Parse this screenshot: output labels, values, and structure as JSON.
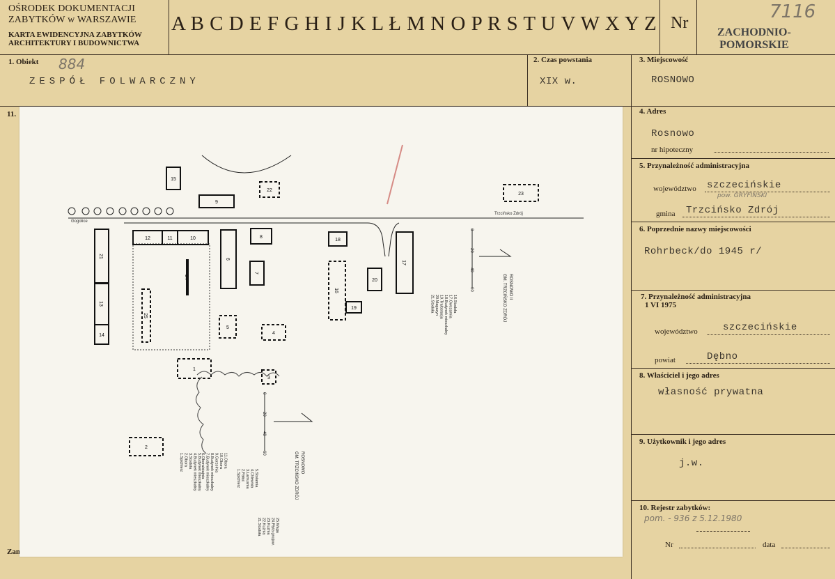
{
  "header": {
    "org_line1": "OŚRODEK DOKUMENTACJI",
    "org_line2": "ZABYTKÓW w WARSZAWIE",
    "card_line1": "KARTA EWIDENCYJNA ZABYTKÓW",
    "card_line2": "ARCHITEKTURY I BUDOWNICTWA",
    "letters": "A B C D E F G H I J K L Ł M N O P R S T U V W X Y Z",
    "nr_label": "Nr",
    "handwritten_nr": "7116",
    "stamp_line1": "ZACHODNIO-",
    "stamp_line2": "POMORSKIE"
  },
  "fields": {
    "obiekt_label": "1. Obiekt",
    "obiekt_hand": "884",
    "obiekt_value": "ZESPÓŁ  FOLWARCZNY",
    "czas_label": "2. Czas powstania",
    "czas_value": "XIX w.",
    "miejscowosc_label": "3. Miejscowość",
    "miejscowosc_value": "ROSNOWO",
    "section11_label": "11.",
    "adres_label": "4. Adres",
    "adres_value": "Rosnowo",
    "hipoteczny_label": "nr hipoteczny",
    "przyn_label": "5. Przynależność administracyjna",
    "woj_label": "województwo",
    "woj_value": "szczecińskie",
    "woj_hand": "pow. GRYFIŃSKI",
    "gmina_label": "gmina",
    "gmina_value": "Trzcińsko Zdrój",
    "poprzednie_label": "6. Poprzednie nazwy miejscowości",
    "poprzednie_value": "Rohrbeck/do 1945 r/",
    "przyn1975_label1": "7. Przynależność administracyjna",
    "przyn1975_label2": "1 VI 1975",
    "woj2_label": "województwo",
    "woj2_value": "szczecińskie",
    "powiat_label": "powiat",
    "powiat_value": "Dębno",
    "wlasciciel_label": "8. Właściciel i jego adres",
    "wlasciciel_value": "własność prywatna",
    "uzytkownik_label": "9. Użytkownik i jego adres",
    "uzytkownik_value": "j.w.",
    "rejestr_label": "10. Rejestr zabytków:",
    "rejestr_hand": "pom. - 936  z  5.12.1980",
    "nr_label": "Nr",
    "data_label": "data",
    "zam_label": "Zam"
  },
  "map": {
    "buildings": [
      "1",
      "2",
      "3",
      "4",
      "5",
      "6",
      "7",
      "8",
      "9",
      "10",
      "11",
      "12",
      "13",
      "14",
      "15",
      "16",
      "17",
      "18",
      "19",
      "20",
      "21",
      "22",
      "23",
      "24",
      "25"
    ],
    "road_labels": {
      "left": "Gogolice",
      "right": "Trzcińsko Zdrój"
    },
    "title_left": [
      "ROSNOWO",
      "GM. TRZCIŃSKO ZDRÓJ"
    ],
    "title_right": [
      "ROSNOWO II",
      "GM. TRZCIŃSKO ZDRÓJ"
    ],
    "scale": [
      "0",
      "20",
      "40",
      "60"
    ],
    "legend_left_col1": [
      "1.Spichlerz",
      "2.Obora",
      "3.Stodola",
      "4.Budynek mieszkalny",
      "5.Budynek mieszkalny"
    ],
    "legend_left_col2": [
      "6.Obora/stajnia",
      "7.Budynek mieszkalny",
      "8.Budynek mieszkalny",
      "9.Gorzelnia",
      "10.Obora",
      "11.Obora"
    ],
    "legend_left_col3": [
      "1.Spichlerz",
      "2.Pałac",
      "3.Lamusnia",
      "4.Chlewnia",
      "5.Stolarnia"
    ],
    "legend_left_col4": [
      "21.Stodoła",
      "22.Kuźnia",
      "23.Kuźnia",
      "24.Płyta gnojow.",
      "25.Waga"
    ],
    "legend_right": [
      "16.Stodoła",
      "17.Owczarnia",
      "18.Budynek mieszkalny",
      "19.Trafostacja",
      "20.Magazyn",
      "21.Stodoła"
    ]
  }
}
